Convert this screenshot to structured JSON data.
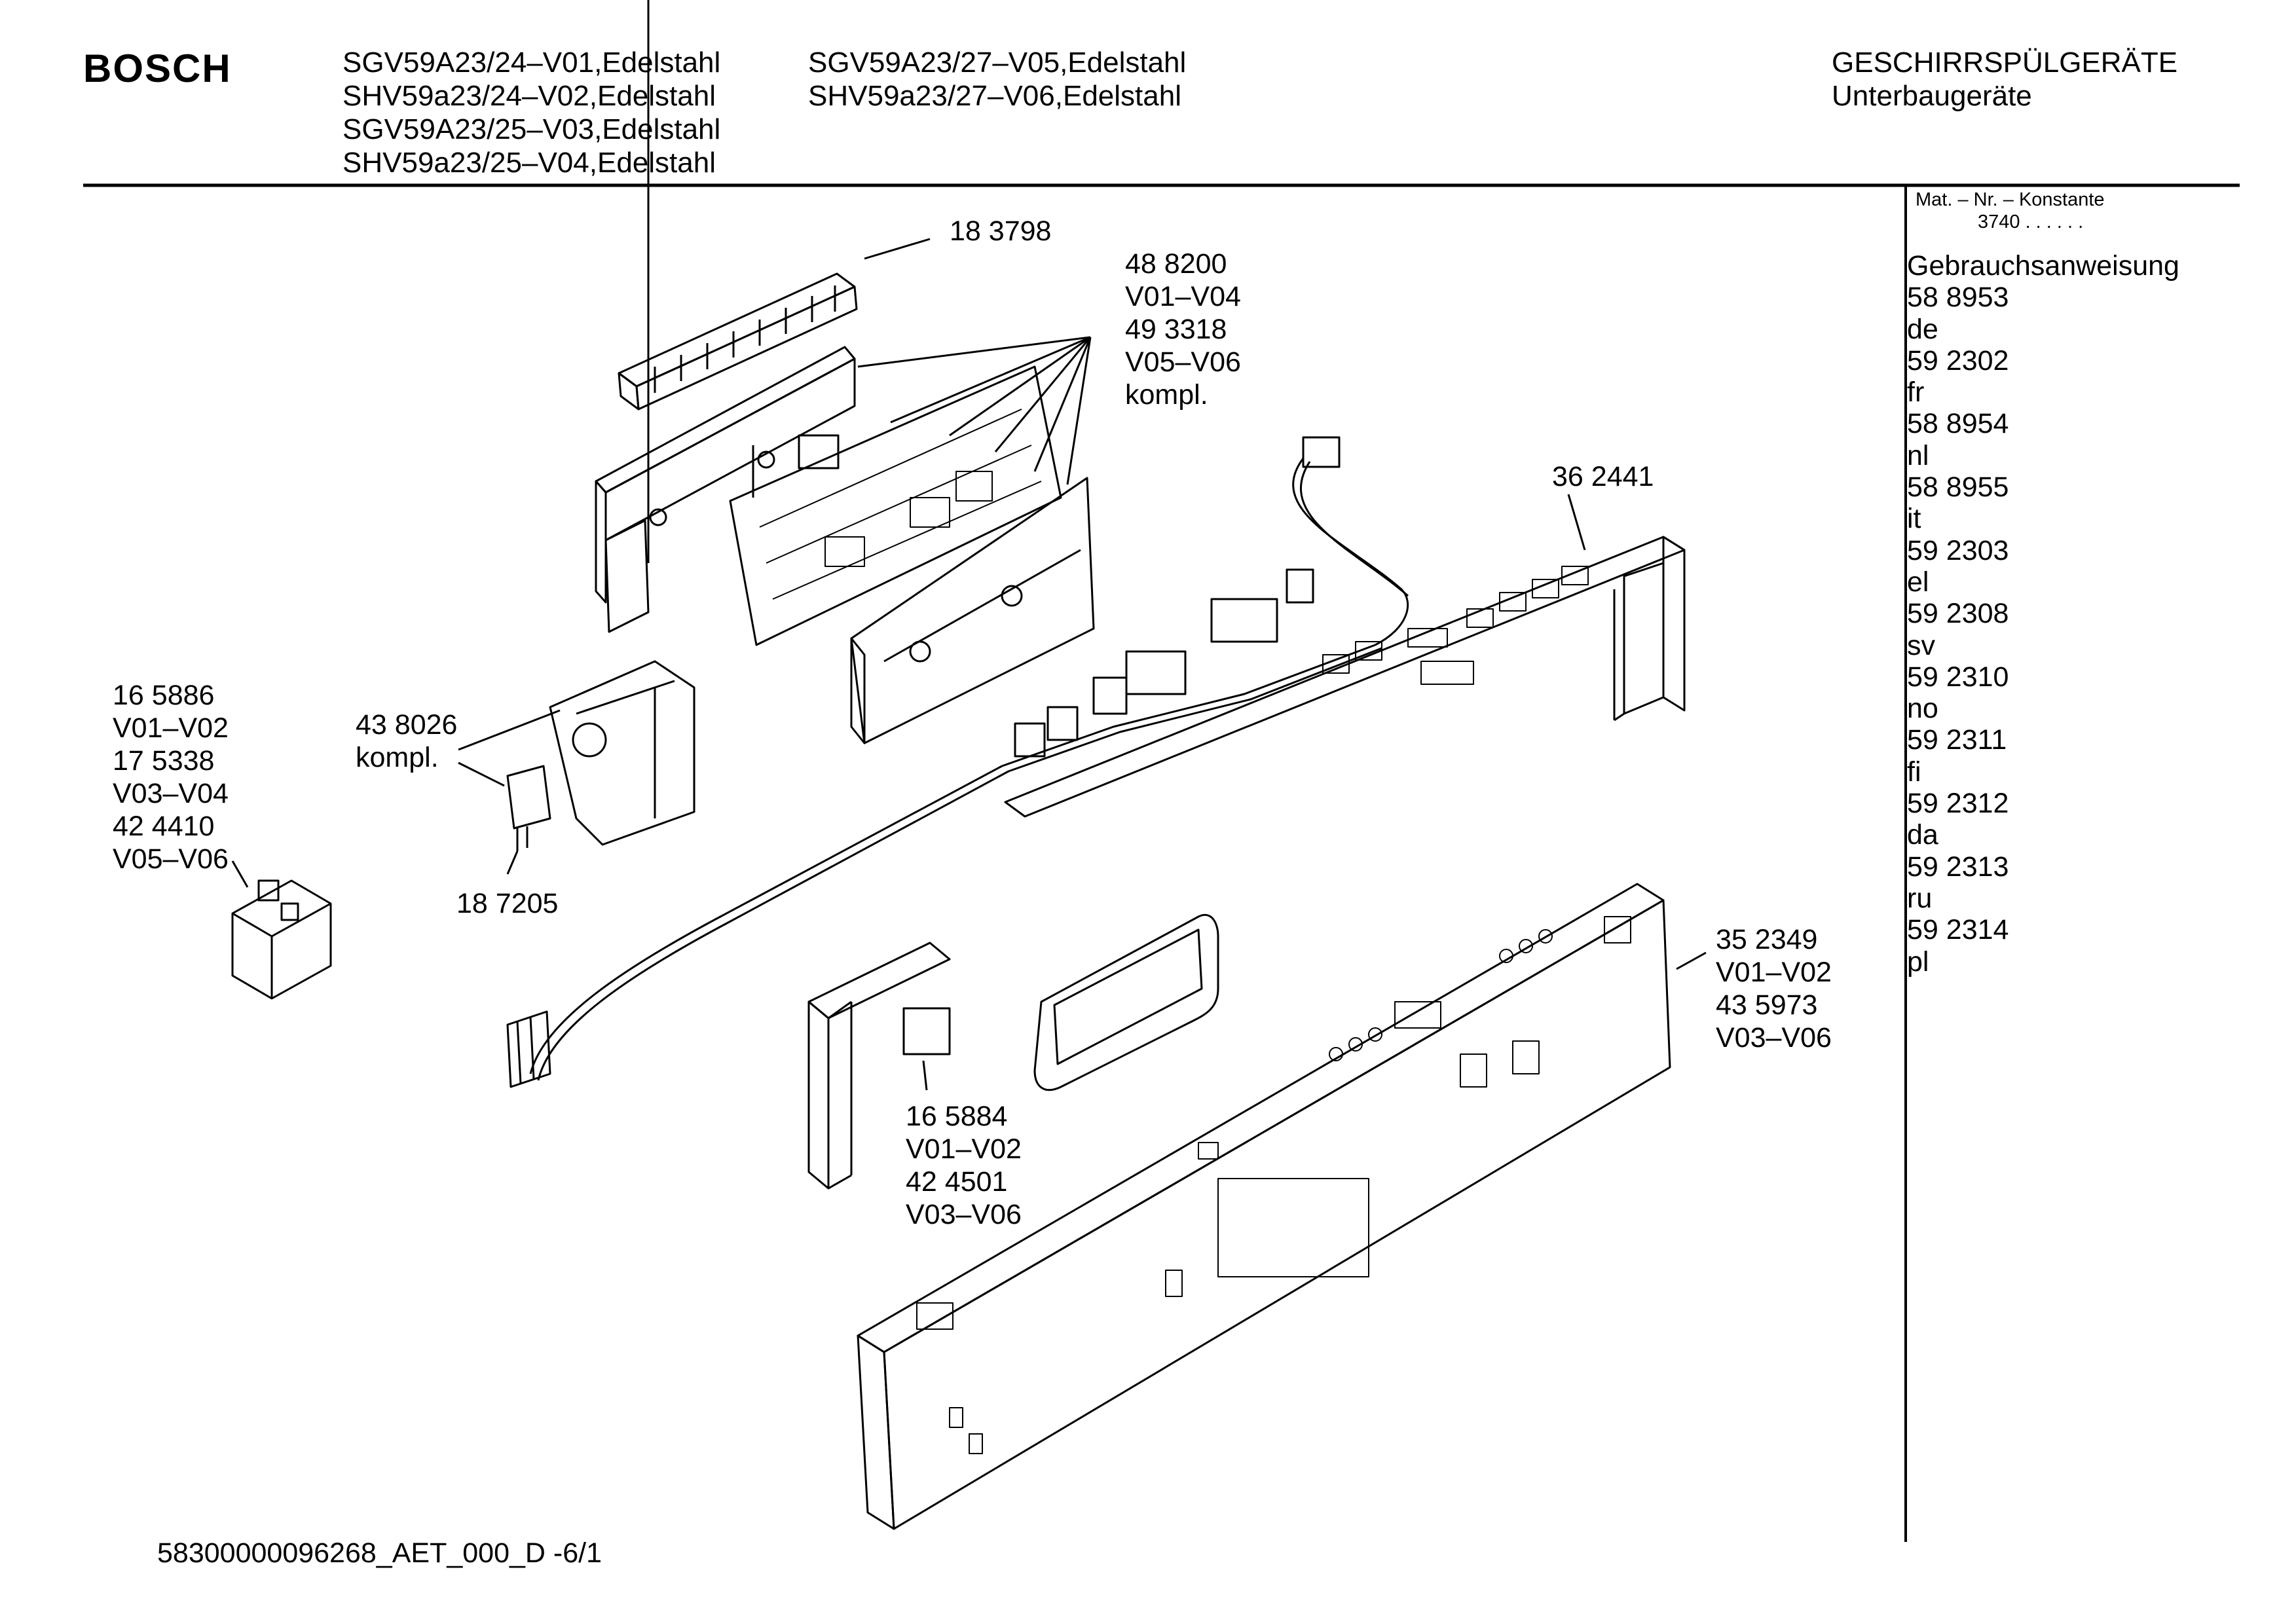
{
  "header": {
    "brand": "BOSCH",
    "models_col1": [
      "SGV59A23/24–V01,Edelstahl",
      "SHV59a23/24–V02,Edelstahl",
      "SGV59A23/25–V03,Edelstahl",
      "SHV59a23/25–V04,Edelstahl"
    ],
    "models_col2": [
      "SGV59A23/27–V05,Edelstahl",
      "SHV59a23/27–V06,Edelstahl"
    ],
    "category": "GESCHIRRSPÜLGERÄTE",
    "subcategory": "Unterbaugeräte"
  },
  "sidebar": {
    "mat_label": "Mat. – Nr. – Konstante",
    "mat_value": "3740 . . . . . .",
    "heading": "Gebrauchsanweisung",
    "entries": [
      {
        "number": "58 8953",
        "lang": "de"
      },
      {
        "number": "59 2302",
        "lang": "fr"
      },
      {
        "number": "58 8954",
        "lang": "nl"
      },
      {
        "number": "58 8955",
        "lang": "it"
      },
      {
        "number": "59 2303",
        "lang": "el"
      },
      {
        "number": "59 2308",
        "lang": "sv"
      },
      {
        "number": "59 2310",
        "lang": "no"
      },
      {
        "number": "59 2311",
        "lang": "fi"
      },
      {
        "number": "59 2312",
        "lang": "da"
      },
      {
        "number": "59 2313",
        "lang": "ru"
      },
      {
        "number": "59 2314",
        "lang": "pl"
      }
    ]
  },
  "parts": {
    "p183798": "18 3798",
    "p488200": [
      "48 8200",
      "V01–V04",
      "49 3318",
      "V05–V06",
      "kompl."
    ],
    "p362441": "36 2441",
    "p165886": [
      "16 5886",
      "V01–V02",
      "17 5338",
      "V03–V04",
      "42 4410",
      "V05–V06"
    ],
    "p438026": [
      "43 8026",
      "kompl."
    ],
    "p187205": "18 7205",
    "p352349": [
      "35 2349",
      "V01–V02",
      "43 5973",
      "V03–V06"
    ],
    "p165884": [
      "16 5884",
      "V01–V02",
      "42 4501",
      "V03–V06"
    ]
  },
  "footer": "58300000096268_AET_000_D -6/1"
}
